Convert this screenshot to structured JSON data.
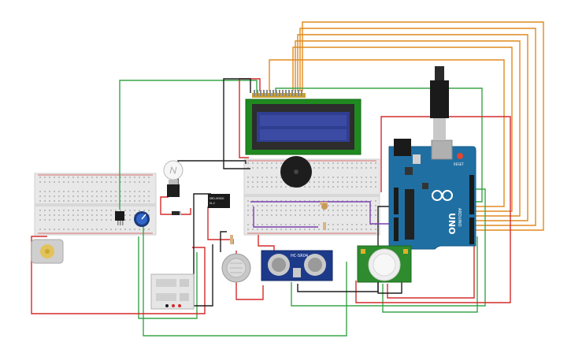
{
  "arduino": {
    "brand": "UNO",
    "logo_text": "ARDUINO",
    "reset_label": "RESET"
  },
  "ultrasonic": {
    "model": "HC-SR04"
  },
  "relay": {
    "lines": [
      "SRD-05VDC",
      "SL-C"
    ]
  },
  "lcd": {
    "rows": [
      "",
      ""
    ]
  }
}
